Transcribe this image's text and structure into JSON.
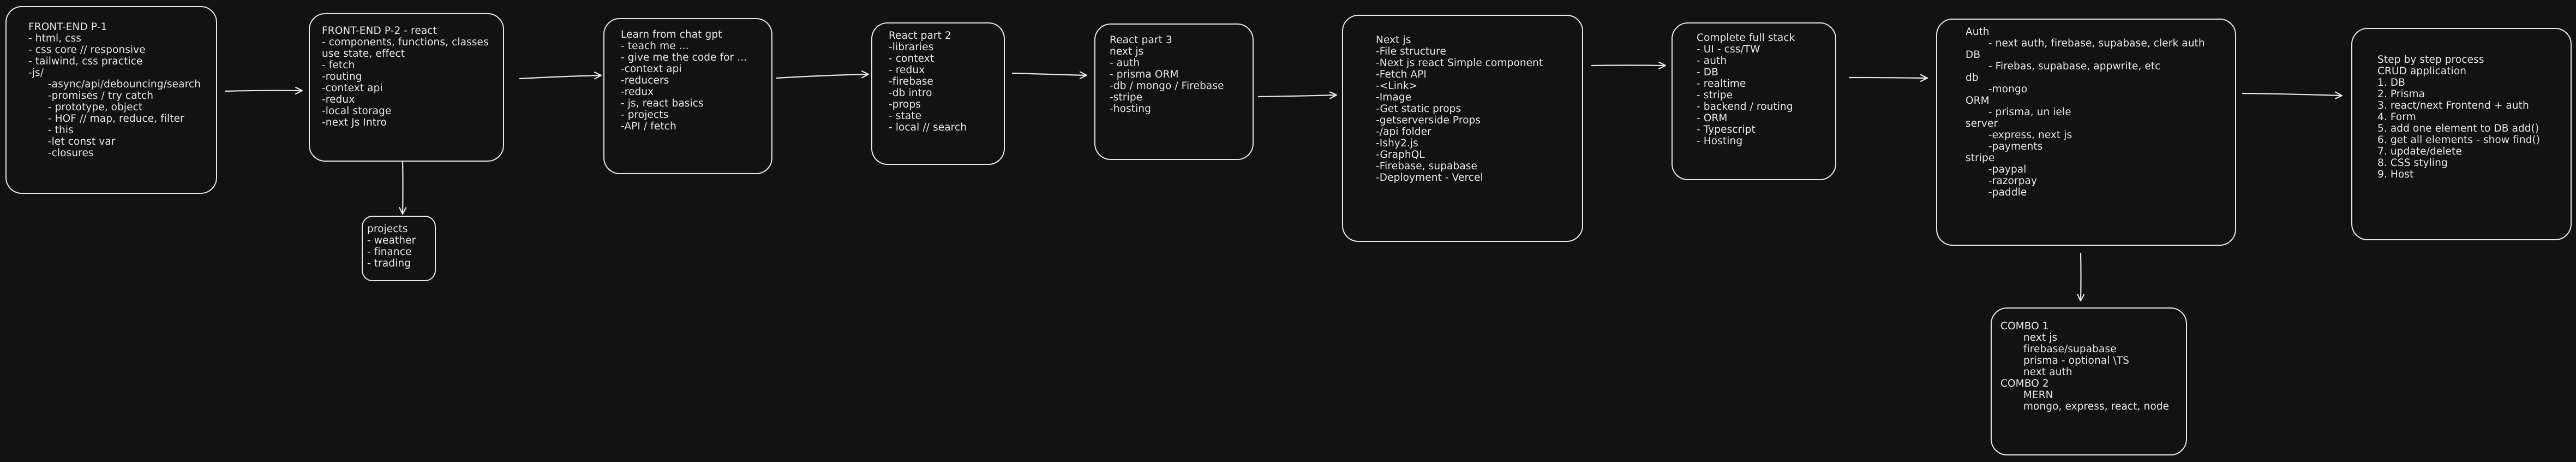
{
  "nodes": [
    {
      "id": "frontend-p1",
      "lines": [
        "FRONT-END P-1",
        "- html, css",
        "- css core // responsive",
        "- tailwind, css practice",
        "-js/",
        "      -async/api/debouncing/search",
        "      -promises / try catch",
        "      - prototype, object",
        "      - HOF // map, reduce, filter",
        "      - this",
        "      -let const var",
        "      -closures"
      ]
    },
    {
      "id": "frontend-p2",
      "lines": [
        "FRONT-END P-2 - react",
        "- components, functions, classes",
        "use state, effect",
        "- fetch",
        "-routing",
        "-context api",
        "-redux",
        "-local storage",
        "-next Js Intro"
      ]
    },
    {
      "id": "projects",
      "lines": [
        "projects",
        "- weather",
        "- finance",
        "- trading"
      ]
    },
    {
      "id": "chatgpt",
      "lines": [
        "Learn from chat gpt",
        "- teach me ...",
        "- give me the code for ...",
        "-context api",
        "-reducers",
        "-redux",
        "- js, react basics",
        "- projects",
        "-API / fetch"
      ]
    },
    {
      "id": "react-p2",
      "lines": [
        "React part 2",
        "-libraries",
        "- context",
        "- redux",
        "-firebase",
        "-db intro",
        "-props",
        "- state",
        "- local // search"
      ]
    },
    {
      "id": "react-p3",
      "lines": [
        "React part 3",
        "next js",
        "- auth",
        "- prisma ORM",
        "-db / mongo / Firebase",
        "-stripe",
        "-hosting"
      ]
    },
    {
      "id": "nextjs",
      "lines": [
        "Next js",
        "-File structure",
        "-Next js react Simple component",
        "-Fetch API",
        "-<Link>",
        "-Image",
        "-Get static props",
        "-getserverside Props",
        "-/api folder",
        "-Ishy2.js",
        "-GraphQL",
        "-Firebase, supabase",
        "-Deployment - Vercel"
      ]
    },
    {
      "id": "fullstack",
      "lines": [
        "Complete full stack",
        "- UI - css/TW",
        "- auth",
        "- DB",
        "- realtime",
        "- stripe",
        "- backend / routing",
        "- ORM",
        "- Typescript",
        "- Hosting"
      ]
    },
    {
      "id": "auth-db",
      "lines": [
        "Auth",
        "       - next auth, firebase, supabase, clerk auth",
        "DB",
        "       - Firebas, supabase, appwrite, etc",
        "db",
        "       -mongo",
        "ORM",
        "       - prisma, un iele",
        "server",
        "       -express, next js",
        "       -payments",
        "stripe",
        "       -paypal",
        "       -razorpay",
        "       -paddle"
      ]
    },
    {
      "id": "combo",
      "lines": [
        "COMBO 1",
        "       next js",
        "       firebase/supabase",
        "       prisma - optional \\TS",
        "       next auth",
        "COMBO 2",
        "       MERN",
        "       mongo, express, react, node"
      ]
    },
    {
      "id": "steps",
      "lines": [
        "Step by step process",
        "CRUD application",
        "1. DB",
        "2. Prisma",
        "3. react/next Frontend + auth",
        "4. Form",
        "5. add one element to DB add()",
        "6. get all elements - show find()",
        "7. update/delete",
        "8. CSS styling",
        "9. Host"
      ]
    }
  ]
}
